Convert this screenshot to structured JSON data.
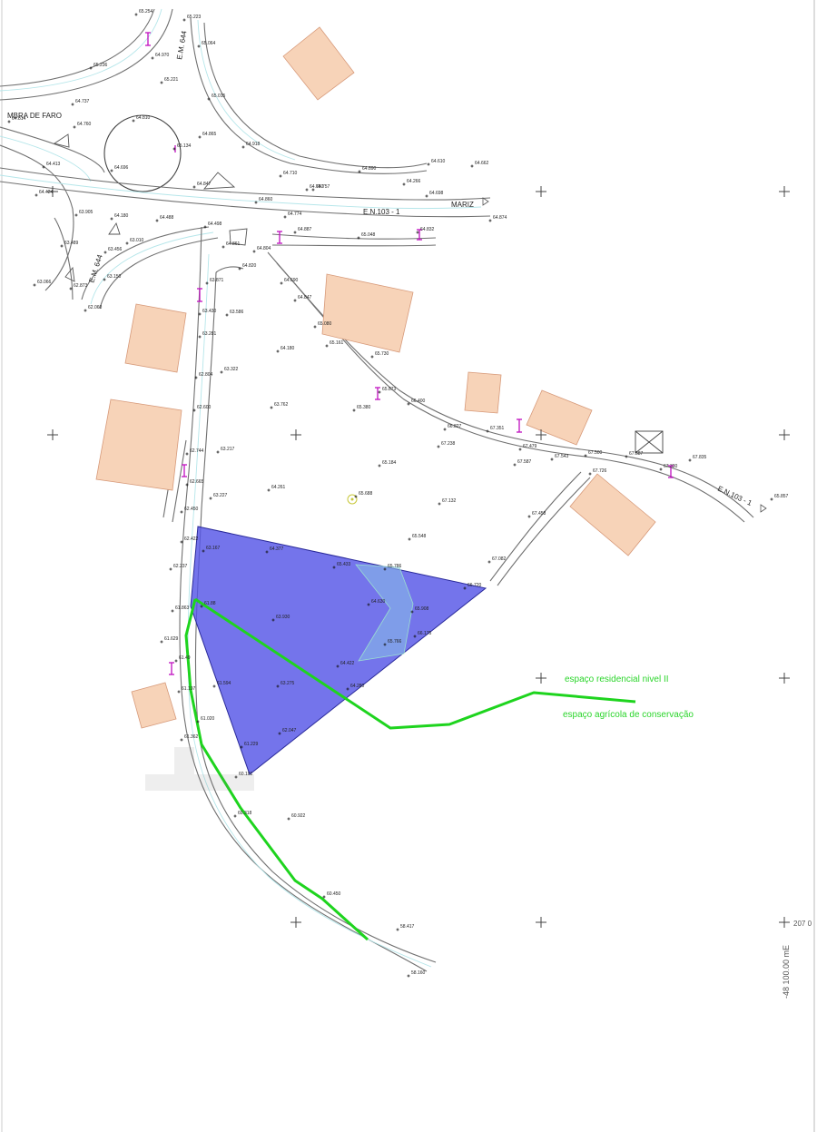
{
  "map": {
    "roads": {
      "east_road": "E.N.103 - 1",
      "east_road_short": "E.N.103 - 1",
      "north_road": "E.M. 644",
      "west_road": "E.M. 644",
      "place_west": "MBRA DE FARO",
      "place_east": "MARIZ"
    },
    "legend": {
      "residential": "espaço residencial nivel II",
      "agricultural": "espaço agrícola de conservação"
    },
    "grid": {
      "right_label": "207 0",
      "coordinate_label": "-48 100.00 mE"
    },
    "colors": {
      "parcel_fill": "#5555e6",
      "zone_boundary": "#1ed41e",
      "buildings": "#f7d3b8",
      "roads": "#707070",
      "markers": "#c010c0"
    },
    "spot_heights": [
      {
        "id": "p1",
        "label": "65.254"
      },
      {
        "id": "p2",
        "label": "65.223"
      },
      {
        "id": "p3",
        "label": "65.064"
      },
      {
        "id": "p4",
        "label": "64.970"
      },
      {
        "id": "p5",
        "label": "65.236"
      },
      {
        "id": "p6",
        "label": "65.221"
      },
      {
        "id": "p7",
        "label": "65.015"
      },
      {
        "id": "p8",
        "label": "64.737"
      },
      {
        "id": "p9",
        "label": "64.760"
      },
      {
        "id": "p10",
        "label": "64.814"
      },
      {
        "id": "p11",
        "label": "64.810"
      },
      {
        "id": "p12",
        "label": "65.134"
      },
      {
        "id": "p13",
        "label": "64.865"
      },
      {
        "id": "p14",
        "label": "64.918"
      },
      {
        "id": "p15",
        "label": "64.890"
      },
      {
        "id": "p16",
        "label": "64.413"
      },
      {
        "id": "p17",
        "label": "64.696"
      },
      {
        "id": "p18",
        "label": "64.847"
      },
      {
        "id": "p19",
        "label": "64.710"
      },
      {
        "id": "p20",
        "label": "64.750"
      },
      {
        "id": "p21",
        "label": "64.610"
      },
      {
        "id": "p22",
        "label": "64.662"
      },
      {
        "id": "p23",
        "label": "64.424"
      },
      {
        "id": "p24",
        "label": "64.757"
      },
      {
        "id": "p25",
        "label": "64.266"
      },
      {
        "id": "p26",
        "label": "64.860"
      },
      {
        "id": "p27",
        "label": "64.698"
      },
      {
        "id": "p28",
        "label": "63.905"
      },
      {
        "id": "p29",
        "label": "64.180"
      },
      {
        "id": "p30",
        "label": "64.488"
      },
      {
        "id": "p31",
        "label": "64.774"
      },
      {
        "id": "p32",
        "label": "64.874"
      },
      {
        "id": "p33",
        "label": "63.489"
      },
      {
        "id": "p34",
        "label": "63.010"
      },
      {
        "id": "p35",
        "label": "64.498"
      },
      {
        "id": "p36",
        "label": "64.887"
      },
      {
        "id": "p37",
        "label": "65.048"
      },
      {
        "id": "p38",
        "label": "64.832"
      },
      {
        "id": "p39",
        "label": "63.456"
      },
      {
        "id": "p40",
        "label": "64.861"
      },
      {
        "id": "p41",
        "label": "64.804"
      },
      {
        "id": "p42",
        "label": "63.150"
      },
      {
        "id": "p43",
        "label": "63.066"
      },
      {
        "id": "p44",
        "label": "62.873"
      },
      {
        "id": "p45",
        "label": "64.820"
      },
      {
        "id": "p46",
        "label": "63.871"
      },
      {
        "id": "p47",
        "label": "64.690"
      },
      {
        "id": "p48",
        "label": "62.060"
      },
      {
        "id": "p49",
        "label": "63.430"
      },
      {
        "id": "p50",
        "label": "63.586"
      },
      {
        "id": "p51",
        "label": "64.847"
      },
      {
        "id": "p52",
        "label": "65.080"
      },
      {
        "id": "p53",
        "label": "63.281"
      },
      {
        "id": "p54",
        "label": "65.161"
      },
      {
        "id": "p55",
        "label": "64.180"
      },
      {
        "id": "p56",
        "label": "65.730"
      },
      {
        "id": "p57",
        "label": "62.804"
      },
      {
        "id": "p58",
        "label": "63.322"
      },
      {
        "id": "p59",
        "label": "65.873"
      },
      {
        "id": "p60",
        "label": "66.400"
      },
      {
        "id": "p61",
        "label": "62.600"
      },
      {
        "id": "p62",
        "label": "63.762"
      },
      {
        "id": "p63",
        "label": "65.380"
      },
      {
        "id": "p64",
        "label": "66.827"
      },
      {
        "id": "p65",
        "label": "67.351"
      },
      {
        "id": "p66",
        "label": "67.238"
      },
      {
        "id": "p67",
        "label": "67.479"
      },
      {
        "id": "p68",
        "label": "67.500"
      },
      {
        "id": "p69",
        "label": "67.587"
      },
      {
        "id": "p70",
        "label": "67.835"
      },
      {
        "id": "p71",
        "label": "62.744"
      },
      {
        "id": "p72",
        "label": "63.217"
      },
      {
        "id": "p73",
        "label": "67.587"
      },
      {
        "id": "p74",
        "label": "67.543"
      },
      {
        "id": "p75",
        "label": "65.184"
      },
      {
        "id": "p76",
        "label": "67.726"
      },
      {
        "id": "p77",
        "label": "67.330"
      },
      {
        "id": "p78",
        "label": "62.665"
      },
      {
        "id": "p79",
        "label": "64.261"
      },
      {
        "id": "p80",
        "label": "63.227"
      },
      {
        "id": "p81",
        "label": "65.688"
      },
      {
        "id": "p82",
        "label": "67.132"
      },
      {
        "id": "p83",
        "label": "65.857"
      },
      {
        "id": "p84",
        "label": "62.450"
      },
      {
        "id": "p85",
        "label": "67.458"
      },
      {
        "id": "p86",
        "label": "65.548"
      },
      {
        "id": "p87",
        "label": "62.422"
      },
      {
        "id": "p88",
        "label": "63.167"
      },
      {
        "id": "p89",
        "label": "64.377"
      },
      {
        "id": "p90",
        "label": "67.082"
      },
      {
        "id": "p91",
        "label": "65.433"
      },
      {
        "id": "p92",
        "label": "65.786"
      },
      {
        "id": "p93",
        "label": "62.237"
      },
      {
        "id": "p94",
        "label": "66.720"
      },
      {
        "id": "p95",
        "label": "61.88"
      },
      {
        "id": "p96",
        "label": "64.630"
      },
      {
        "id": "p97",
        "label": "61.863"
      },
      {
        "id": "p98",
        "label": "63.930"
      },
      {
        "id": "p99",
        "label": "65.908"
      },
      {
        "id": "p100",
        "label": "61.629"
      },
      {
        "id": "p101",
        "label": "61.49"
      },
      {
        "id": "p102",
        "label": "65.766"
      },
      {
        "id": "p103",
        "label": "66.175"
      },
      {
        "id": "p104",
        "label": "64.422"
      },
      {
        "id": "p105",
        "label": "61.594"
      },
      {
        "id": "p106",
        "label": "63.275"
      },
      {
        "id": "p107",
        "label": "64.280"
      },
      {
        "id": "p108",
        "label": "61.197"
      },
      {
        "id": "p109",
        "label": "61.020"
      },
      {
        "id": "p110",
        "label": "62.047"
      },
      {
        "id": "p111",
        "label": "61.362"
      },
      {
        "id": "p112",
        "label": "61.229"
      },
      {
        "id": "p113",
        "label": "60.101"
      },
      {
        "id": "p114",
        "label": "60.318"
      },
      {
        "id": "p115",
        "label": "60.922"
      },
      {
        "id": "p116",
        "label": "60.450"
      },
      {
        "id": "p117",
        "label": "58.417"
      },
      {
        "id": "p118",
        "label": "58.160"
      }
    ]
  }
}
